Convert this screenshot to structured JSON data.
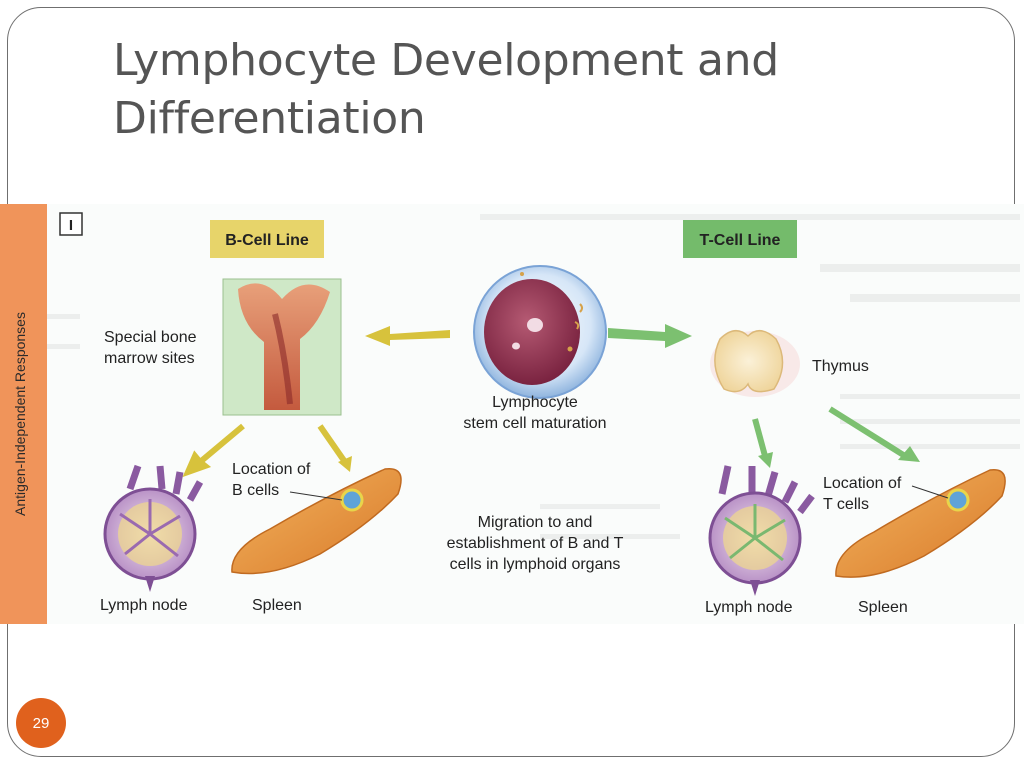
{
  "slide": {
    "title_line1": "Lymphocyte Development and",
    "title_line2": "Differentiation",
    "page_number": "29"
  },
  "diagram": {
    "panel_label": "I",
    "side_label": "Antigen-Independent Responses",
    "b_cell_line": "B-Cell Line",
    "t_cell_line": "T-Cell Line",
    "bone_marrow_line1": "Special bone",
    "bone_marrow_line2": "marrow sites",
    "stem_cell_line1": "Lymphocyte",
    "stem_cell_line2": "stem cell maturation",
    "thymus": "Thymus",
    "location_b_line1": "Location of",
    "location_b_line2": "B cells",
    "location_t_line1": "Location of",
    "location_t_line2": "T cells",
    "migration_line1": "Migration to and",
    "migration_line2": "establishment of B and T",
    "migration_line3": "cells in lymphoid organs",
    "lymph_node_b": "Lymph node",
    "spleen_b": "Spleen",
    "lymph_node_t": "Lymph node",
    "spleen_t": "Spleen"
  },
  "colors": {
    "accent_orange": "#e0611d",
    "b_cell_label_bg": "#e7d46a",
    "t_cell_label_bg": "#74bb6b",
    "b_arrow": "#d7c23c",
    "t_arrow": "#7cc070"
  }
}
